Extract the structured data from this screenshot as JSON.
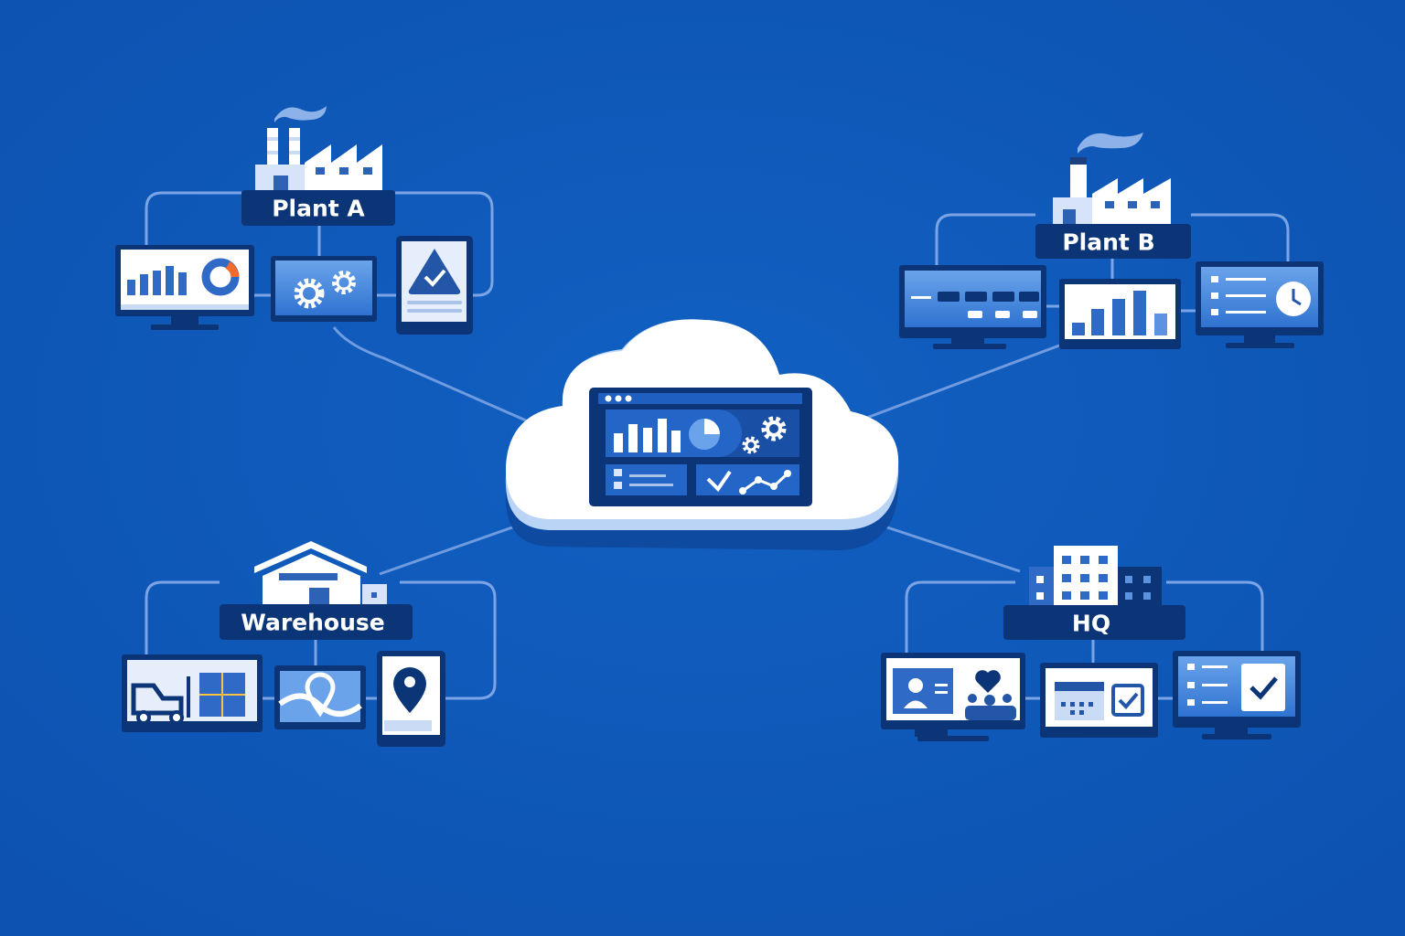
{
  "nodes": {
    "plant_a": {
      "label": "Plant A"
    },
    "plant_b": {
      "label": "Plant B"
    },
    "warehouse": {
      "label": "Warehouse"
    },
    "hq": {
      "label": "HQ"
    }
  },
  "center": {
    "name": "cloud-dashboard"
  },
  "colors": {
    "background": "#0f57b8",
    "navy": "#0c3578",
    "accent_orange": "#f26b2f",
    "light_blue": "#7aa4e6",
    "white": "#ffffff"
  }
}
